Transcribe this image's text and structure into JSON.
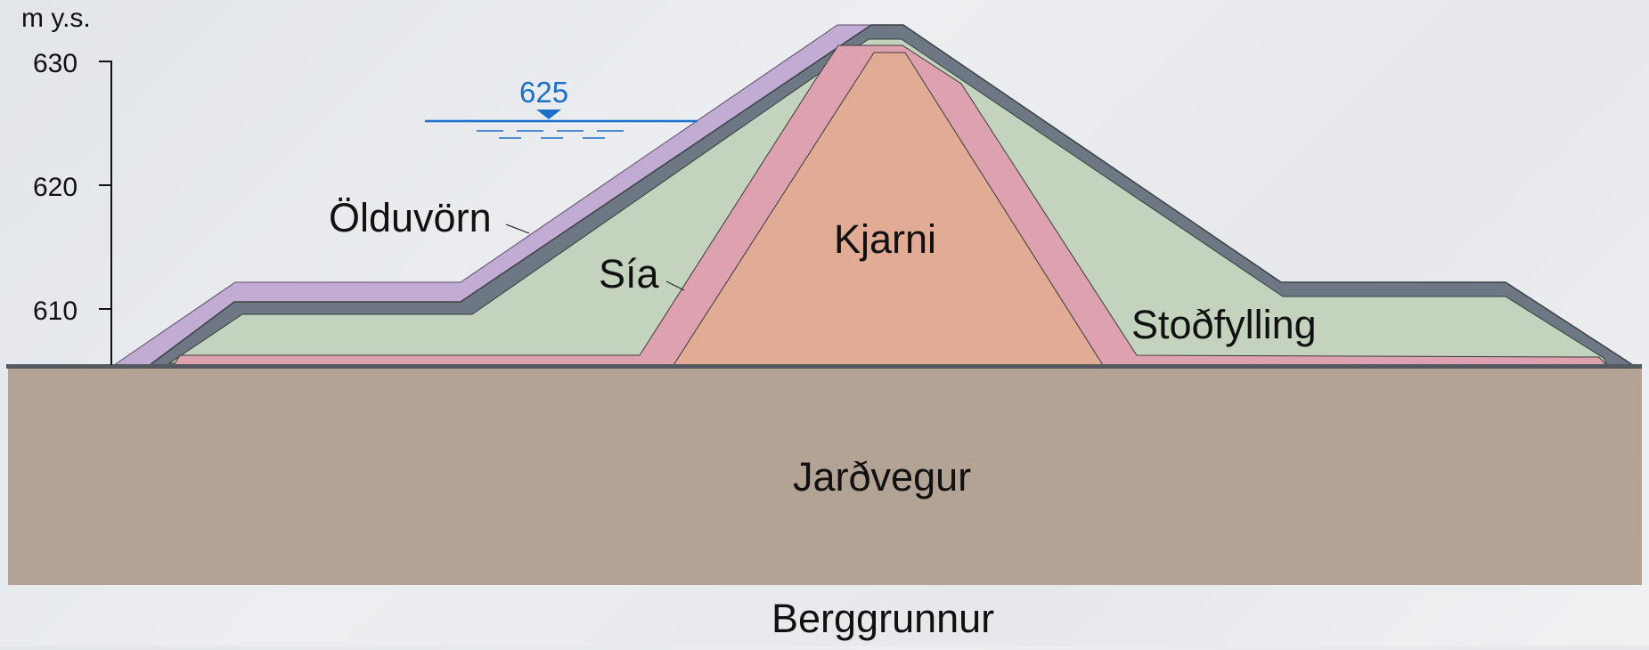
{
  "axis": {
    "unit_label": "m y.s.",
    "ticks": [
      "630",
      "620",
      "610"
    ]
  },
  "water_level": {
    "value": "625",
    "color": "#1a6fc9"
  },
  "zones": {
    "wave_protection": "Ölduvörn",
    "filter": "Sía",
    "core": "Kjarni",
    "support_fill": "Stoðfylling",
    "soil": "Jarðvegur",
    "bedrock": "Berggrunnur"
  },
  "colors": {
    "wave_protection": "#c3acd3",
    "rock_layer": "#6e7884",
    "support_fill": "#c4d3be",
    "filter": "#dea1b0",
    "core": "#e2ab95",
    "soil": "#b3a394"
  }
}
